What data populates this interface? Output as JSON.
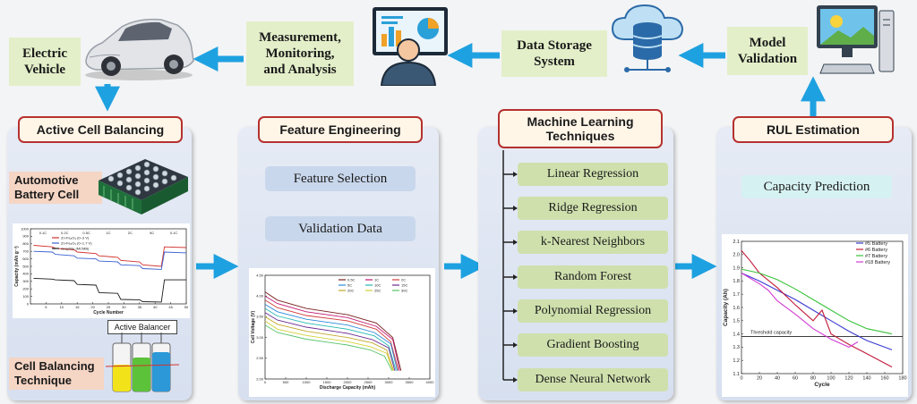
{
  "top": {
    "electric_vehicle": "Electric\nVehicle",
    "measurement": "Measurement,\nMonitoring,\nand Analysis",
    "data_storage": "Data Storage\nSystem",
    "model_validation": "Model\nValidation"
  },
  "panels": {
    "active_cell": {
      "header": "Active Cell Balancing",
      "battery_label": "Automotive\nBattery Cell",
      "technique_label": "Cell Balancing\nTechnique",
      "balancer_label": "Active Balancer"
    },
    "feature": {
      "header": "Feature Engineering",
      "items": [
        "Feature Selection",
        "Validation Data"
      ]
    },
    "ml": {
      "header": "Machine Learning\nTechniques",
      "items": [
        "Linear Regression",
        "Ridge Regression",
        "k-Nearest Neighbors",
        "Random Forest",
        "Polynomial Regression",
        "Gradient Boosting",
        "Dense Neural Network"
      ]
    },
    "rul": {
      "header": "RUL Estimation",
      "item": "Capacity Prediction"
    }
  },
  "colors": {
    "arrow": "#1ea1e0",
    "header_border": "#b5312f",
    "green_box": "#e3efc9",
    "ml_item": "#cfe0ad",
    "blue_pill": "#c9d7ec"
  },
  "chart_data": [
    {
      "type": "line",
      "xlabel": "Discharge Capacity (mAh)",
      "ylabel": "Cell Voltage (V)",
      "xlim": [
        0,
        4000
      ],
      "ylim": [
        2.0,
        4.5
      ],
      "x_ticks": [
        "0",
        "500",
        "1000",
        "1500",
        "2000",
        "2500",
        "3000",
        "3500",
        "4000"
      ],
      "y_ticks": [
        "2.00",
        "2.50",
        "3.00",
        "3.50",
        "4.00",
        "4.50"
      ],
      "series": [
        {
          "name": "0.5C",
          "color": "#7a1f1f",
          "x": [
            0,
            300,
            1000,
            2000,
            2700,
            3100,
            3300
          ],
          "y": [
            4.1,
            3.9,
            3.7,
            3.55,
            3.35,
            3.0,
            2.2
          ]
        },
        {
          "name": "1C",
          "color": "#c21a73",
          "x": [
            0,
            300,
            1000,
            2000,
            2700,
            3100,
            3270
          ],
          "y": [
            4.0,
            3.82,
            3.62,
            3.48,
            3.27,
            2.95,
            2.2
          ]
        },
        {
          "name": "2C",
          "color": "#d13a3a",
          "x": [
            0,
            300,
            1000,
            2000,
            2700,
            3050,
            3240
          ],
          "y": [
            3.9,
            3.72,
            3.53,
            3.4,
            3.2,
            2.9,
            2.2
          ]
        },
        {
          "name": "5C",
          "color": "#2c8ad8",
          "x": [
            0,
            300,
            1000,
            2000,
            2650,
            3050,
            3210
          ],
          "y": [
            3.8,
            3.62,
            3.44,
            3.3,
            3.12,
            2.85,
            2.2
          ]
        },
        {
          "name": "10C",
          "color": "#27b8b2",
          "x": [
            0,
            300,
            1000,
            2000,
            2650,
            3000,
            3180
          ],
          "y": [
            3.7,
            3.52,
            3.35,
            3.2,
            3.04,
            2.8,
            2.2
          ]
        },
        {
          "name": "15C",
          "color": "#6a2c91",
          "x": [
            0,
            300,
            1000,
            2000,
            2600,
            3000,
            3150
          ],
          "y": [
            3.6,
            3.42,
            3.25,
            3.1,
            2.95,
            2.75,
            2.2
          ]
        },
        {
          "name": "20C",
          "color": "#c2a82a",
          "x": [
            0,
            300,
            1000,
            2000,
            2600,
            2950,
            3120
          ],
          "y": [
            3.5,
            3.32,
            3.15,
            3.0,
            2.87,
            2.7,
            2.2
          ]
        },
        {
          "name": "25C",
          "color": "#d2d23a",
          "x": [
            0,
            300,
            1000,
            2000,
            2550,
            2950,
            3100
          ],
          "y": [
            3.4,
            3.2,
            3.05,
            2.9,
            2.78,
            2.62,
            2.2
          ]
        },
        {
          "name": "30C",
          "color": "#58c46a",
          "x": [
            0,
            300,
            1000,
            2000,
            2550,
            2900,
            3080
          ],
          "y": [
            3.3,
            3.12,
            2.96,
            2.82,
            2.7,
            2.55,
            2.2
          ]
        }
      ],
      "legend": [
        "0.5C",
        "1C",
        "2C",
        "5C",
        "10C",
        "15C",
        "20C",
        "25C",
        "30C"
      ]
    },
    {
      "type": "line",
      "xlabel": "Cycle",
      "ylabel": "Capacity (Ah)",
      "xlim": [
        0,
        180
      ],
      "ylim": [
        1.1,
        2.1
      ],
      "x_ticks": [
        "0",
        "20",
        "40",
        "60",
        "80",
        "100",
        "120",
        "140",
        "160",
        "180"
      ],
      "y_ticks": [
        "1.1",
        "1.2",
        "1.3",
        "1.4",
        "1.5",
        "1.6",
        "1.7",
        "1.8",
        "1.9",
        "2.0",
        "2.1"
      ],
      "threshold": {
        "label": "Threshold capacity",
        "value": 1.38
      },
      "series": [
        {
          "name": "#5 Battery",
          "color": "#3a3ad2",
          "x": [
            0,
            20,
            40,
            60,
            80,
            100,
            120,
            140,
            168
          ],
          "y": [
            1.86,
            1.8,
            1.73,
            1.66,
            1.58,
            1.5,
            1.42,
            1.35,
            1.28
          ]
        },
        {
          "name": "#6 Battery",
          "color": "#c21a3a",
          "x": [
            0,
            10,
            20,
            40,
            60,
            80,
            90,
            100,
            120,
            140,
            168
          ],
          "y": [
            2.03,
            1.95,
            1.86,
            1.75,
            1.62,
            1.5,
            1.58,
            1.4,
            1.32,
            1.25,
            1.15
          ]
        },
        {
          "name": "#7 Battery",
          "color": "#3ac23a",
          "x": [
            0,
            20,
            40,
            60,
            80,
            100,
            120,
            140,
            168
          ],
          "y": [
            1.89,
            1.86,
            1.81,
            1.74,
            1.66,
            1.58,
            1.5,
            1.44,
            1.4
          ]
        },
        {
          "name": "#18 Battery",
          "color": "#d23ad2",
          "x": [
            0,
            20,
            30,
            40,
            60,
            80,
            100,
            120,
            130
          ],
          "y": [
            1.86,
            1.78,
            1.73,
            1.65,
            1.55,
            1.44,
            1.36,
            1.3,
            1.34
          ]
        }
      ],
      "legend": [
        "#5 Battery",
        "#6 Battery",
        "#7 Battery",
        "#18 Battery"
      ]
    },
    {
      "type": "line",
      "xlabel": "Cycle Number",
      "ylabel": "Capacity (mAh g⁻¹)",
      "xlim": [
        0,
        50
      ],
      "ylim": [
        0,
        1000
      ],
      "x_ticks": [
        "5",
        "10",
        "15",
        "20",
        "25",
        "30",
        "35",
        "40",
        "45",
        "50"
      ],
      "y_ticks": [
        "0",
        "100",
        "200",
        "300",
        "400",
        "500",
        "600",
        "700",
        "800",
        "900",
        "1000"
      ],
      "rate_labels": [
        "0.1C",
        "0.2C",
        "0.5C",
        "1C",
        "2C",
        "5C",
        "0.1C"
      ],
      "series": [
        {
          "name": "Zn-Fe₂O₃ (0–3 V)",
          "color": "#d2332f",
          "x": [
            1,
            7,
            8,
            14,
            15,
            21,
            22,
            28,
            29,
            35,
            36,
            42,
            43,
            50
          ],
          "y": [
            780,
            760,
            740,
            720,
            690,
            670,
            640,
            620,
            580,
            560,
            520,
            500,
            760,
            750
          ]
        },
        {
          "name": "Zn-Fe₂O₃ (0–1.7 V)",
          "color": "#3a5fd2",
          "x": [
            1,
            7,
            8,
            14,
            15,
            21,
            22,
            28,
            29,
            35,
            36,
            42,
            43,
            50
          ],
          "y": [
            700,
            690,
            660,
            640,
            610,
            600,
            570,
            560,
            520,
            510,
            470,
            460,
            690,
            680
          ]
        },
        {
          "name": "Graphite (MCMB)",
          "color": "#1a1a1a",
          "x": [
            1,
            7,
            8,
            14,
            15,
            21,
            22,
            28,
            29,
            35,
            36,
            42,
            43,
            50
          ],
          "y": [
            340,
            330,
            320,
            310,
            260,
            250,
            150,
            140,
            60,
            55,
            30,
            25,
            320,
            320
          ]
        }
      ],
      "legend": [
        "Zn-Fe₂O₃ (0–3 V)",
        "Zn-Fe₂O₃ (0–1.7 V)",
        "Graphite (MCMB)"
      ]
    }
  ]
}
